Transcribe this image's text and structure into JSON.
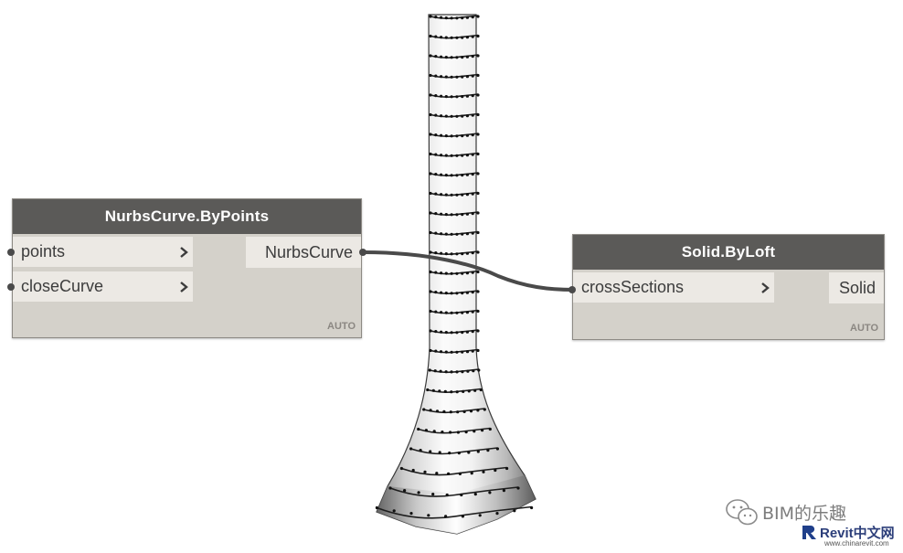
{
  "colors": {
    "header": "#5b5a58",
    "node_body": "#d4d1ca",
    "port_bg": "#ece9e4",
    "wire": "#4a4a4a",
    "background": "#ffffff"
  },
  "nodes": {
    "nurbs": {
      "title": "NurbsCurve.ByPoints",
      "inputs": [
        {
          "label": "points"
        },
        {
          "label": "closeCurve"
        }
      ],
      "output": "NurbsCurve",
      "lacing": "AUTO"
    },
    "loft": {
      "title": "Solid.ByLoft",
      "inputs": [
        {
          "label": "crossSections"
        }
      ],
      "output": "Solid",
      "lacing": "AUTO"
    }
  },
  "preview": {
    "geometry": "lofted-tower-solid",
    "cross_section_count": 26
  },
  "watermark": {
    "text": "BIM的乐趣",
    "logo": "Revit中文网",
    "url": "www.chinarevit.com"
  }
}
